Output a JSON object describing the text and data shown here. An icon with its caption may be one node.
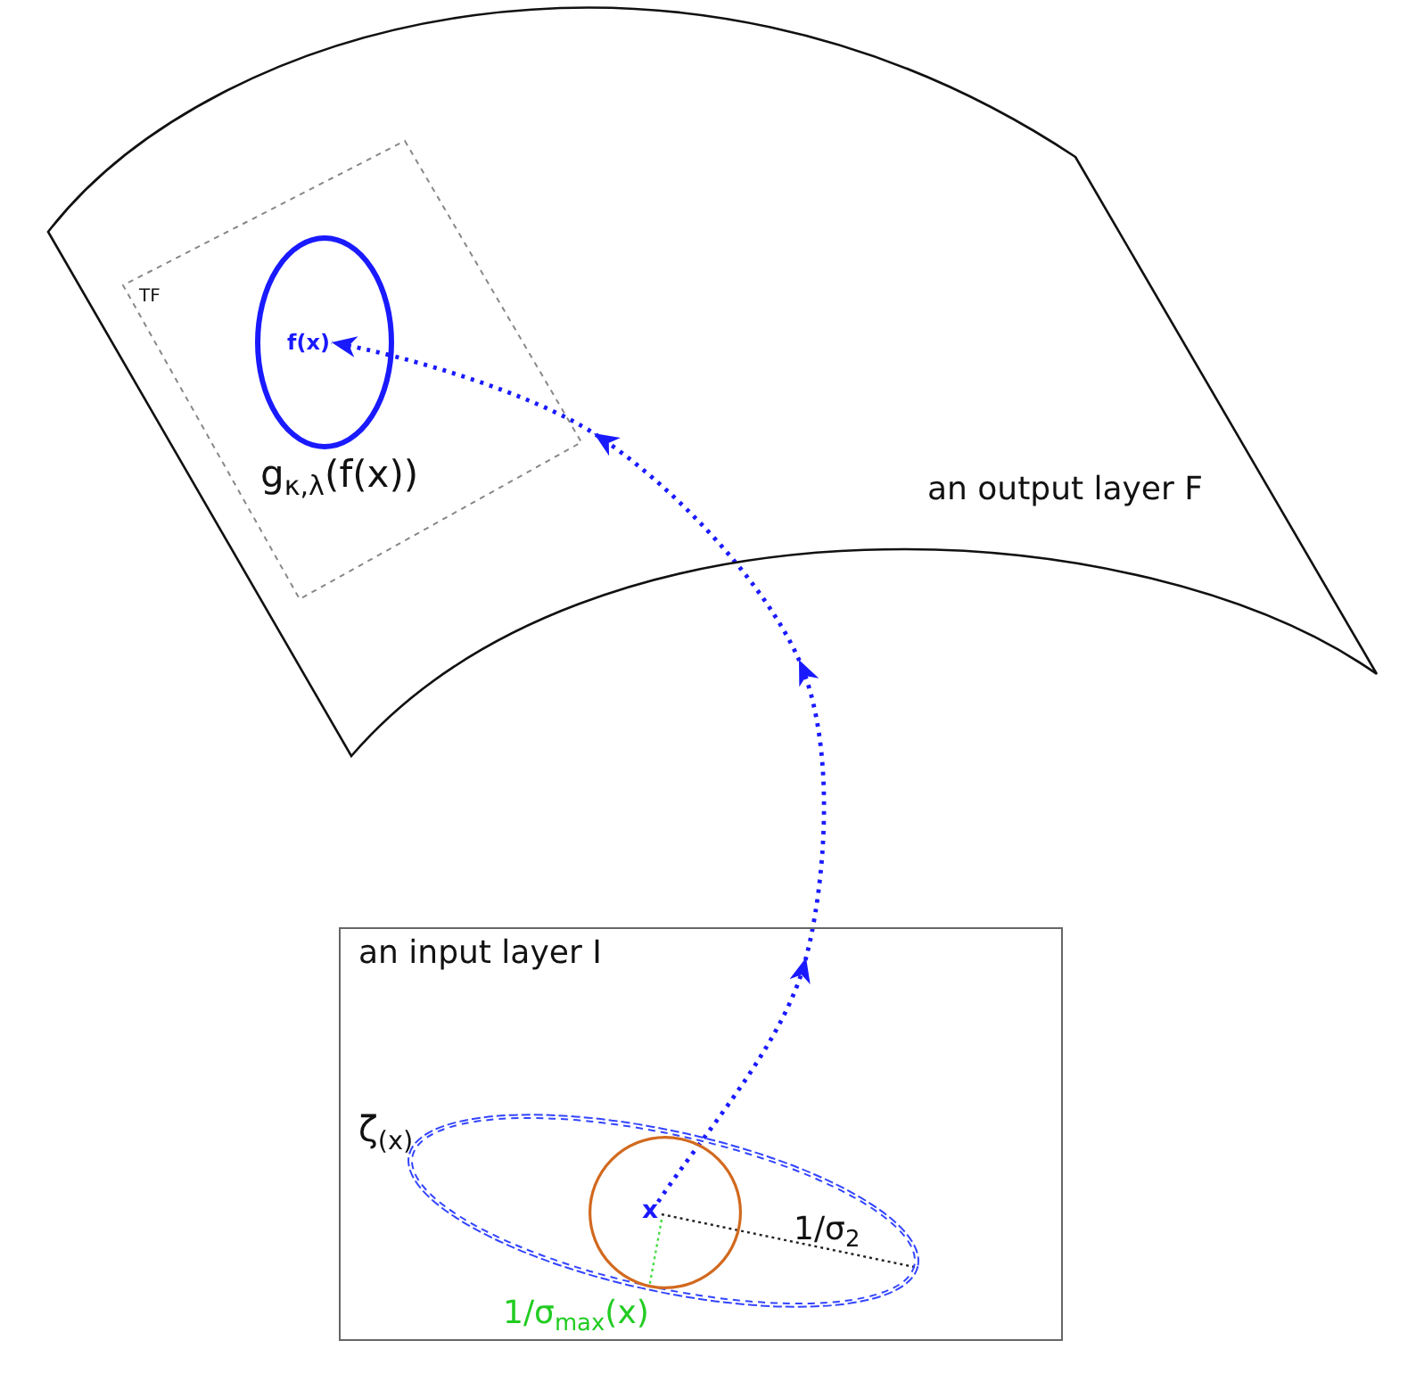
{
  "diagram": {
    "nodes": [
      {
        "text": [
          "an output layer F"
        ]
      },
      {
        "text": [
          "TF"
        ],
        "in": 0
      },
      {
        "text": [],
        "shape": "ellipse",
        "beside": [
          "g$_{κ,λ}$(f(x))"
        ],
        "in": 1
      },
      {
        "text": [
          "f(x)"
        ],
        "in": 2
      },
      {
        "text": [
          "an input layer I"
        ]
      },
      {
        "text": [
          "ζ$_{(x)}$"
        ],
        "in": 4
      },
      {
        "text": [],
        "shape": "circle",
        "in": 5
      },
      {
        "text": [
          "x"
        ],
        "in": 6
      }
    ],
    "edges": [
      {
        "from": 7,
        "to": 3,
        "arrow": "to",
        "style": "dashed",
        "color": "#1a1aff"
      }
    ],
    "labels": [
      "1/σ$_{2}$",
      "1/σ$_{max}$(x)"
    ]
  }
}
